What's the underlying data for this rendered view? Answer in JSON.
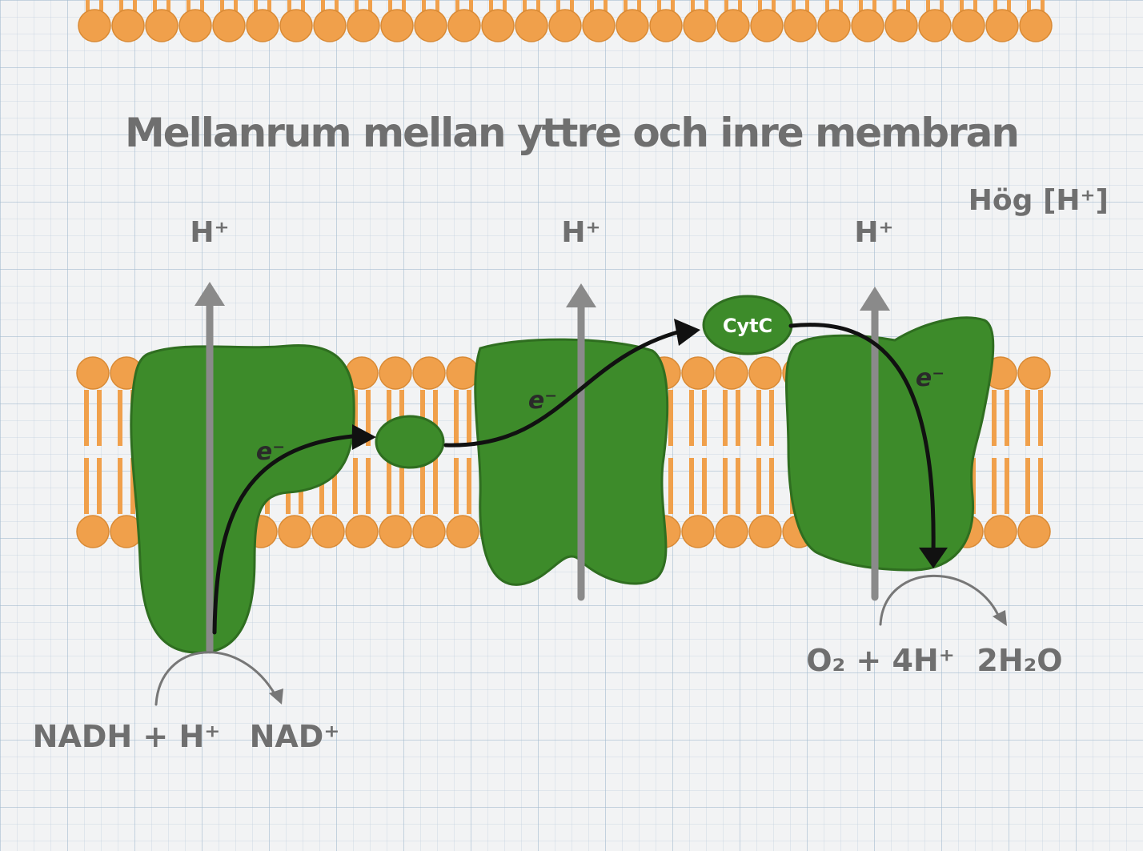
{
  "title": "Mellanrum mellan yttre och inre membran",
  "high_h_label": "Hög [H⁺]",
  "proton_labels": [
    "H⁺",
    "H⁺",
    "H⁺"
  ],
  "electron_labels": [
    "e⁻",
    "e⁻",
    "e⁻"
  ],
  "cytc_label": "CytC",
  "reaction_left": {
    "reactant": "NADH + H⁺",
    "product": "NAD⁺"
  },
  "reaction_right": {
    "reactant": "O₂ + 4H⁺",
    "product": "2H₂O"
  },
  "colors": {
    "membrane": "#f0a04b",
    "membrane_outline": "#d98a35",
    "protein": "#3d8b2a",
    "protein_outline": "#2f6e20",
    "proton_arrow": "#8a8a8a",
    "electron_arrow": "#111111",
    "label_text": "#6f6f6f",
    "background": "#f2f3f4"
  }
}
